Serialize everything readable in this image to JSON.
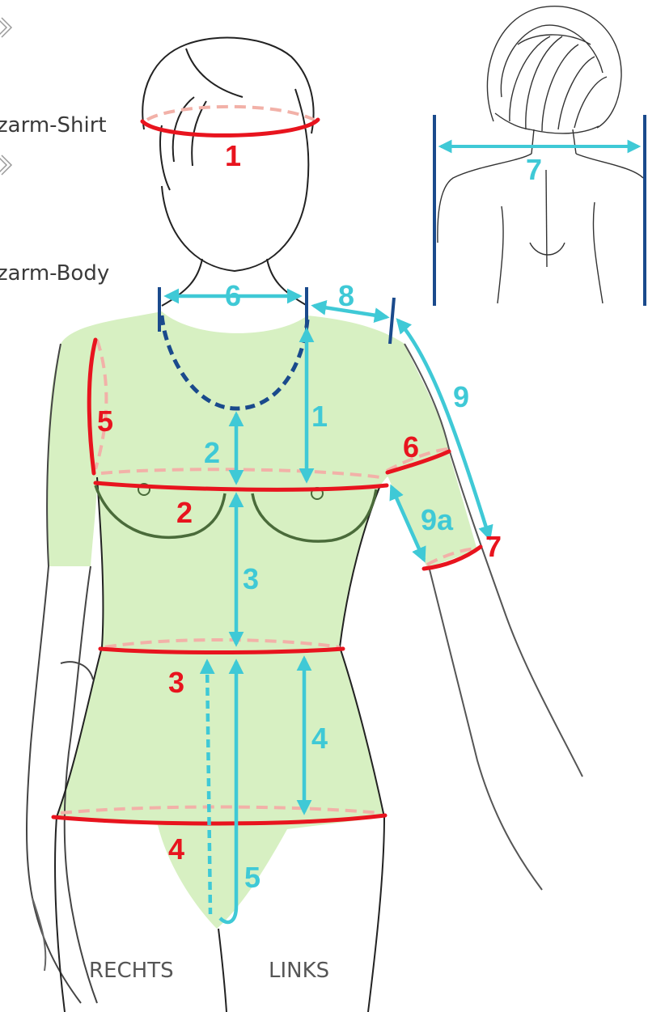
{
  "side_labels": {
    "shirt": "zarm-Shirt",
    "body": "zarm-Body"
  },
  "bottom_labels": {
    "right": "RECHTS",
    "left": "LINKS"
  },
  "red_markers": [
    "1",
    "2",
    "3",
    "4",
    "5",
    "6",
    "7"
  ],
  "cyan_markers": [
    "1",
    "2",
    "3",
    "4",
    "5",
    "6",
    "7",
    "8",
    "9",
    "9a"
  ],
  "colors": {
    "red": "#e8141e",
    "cyan": "#3fc9d6",
    "navy": "#1a4a8c",
    "green_fill": "#d7f0c2",
    "dashed_pink": "#f2b1a8",
    "outline": "#222222"
  },
  "icons": [
    "diamond-chevron-icon",
    "diamond-chevron-icon"
  ]
}
